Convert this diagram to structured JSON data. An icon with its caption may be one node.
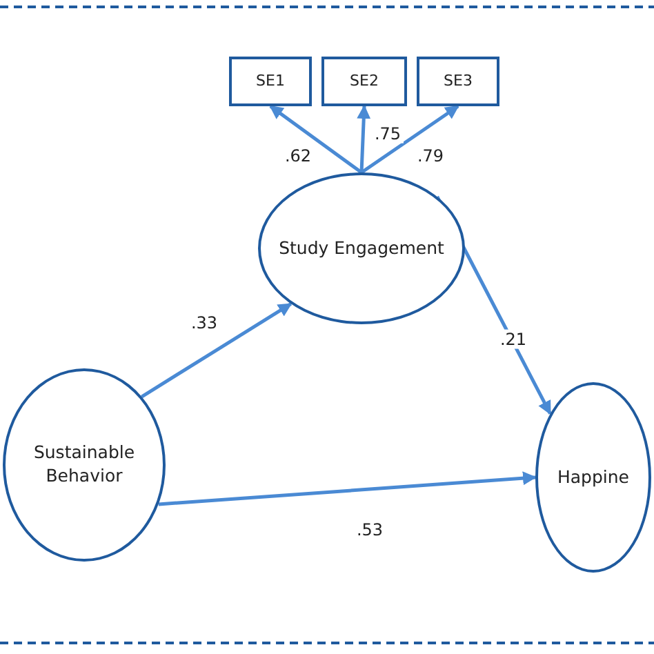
{
  "diagram": {
    "nodes": [
      {
        "text": [
          "SE1"
        ]
      },
      {
        "text": [
          "SE2"
        ]
      },
      {
        "text": [
          "SE3"
        ]
      },
      {
        "text": [
          "Study Engagement"
        ]
      },
      {
        "text": [
          "Sustainable Behavior"
        ]
      },
      {
        "text": [
          "Happine"
        ]
      }
    ],
    "edges": [
      {
        "from": 3,
        "to": 0,
        "arrow": "to",
        "label": ".62"
      },
      {
        "from": 3,
        "to": 1,
        "arrow": "to",
        "label": ".75"
      },
      {
        "from": 3,
        "to": 2,
        "arrow": "to",
        "label": ".79"
      },
      {
        "from": 4,
        "to": 3,
        "arrow": "to",
        "label": ".33"
      },
      {
        "from": 3,
        "to": 5,
        "arrow": "to",
        "label": ".21"
      },
      {
        "from": 4,
        "to": 5,
        "arrow": "to",
        "label": ".53"
      }
    ]
  }
}
